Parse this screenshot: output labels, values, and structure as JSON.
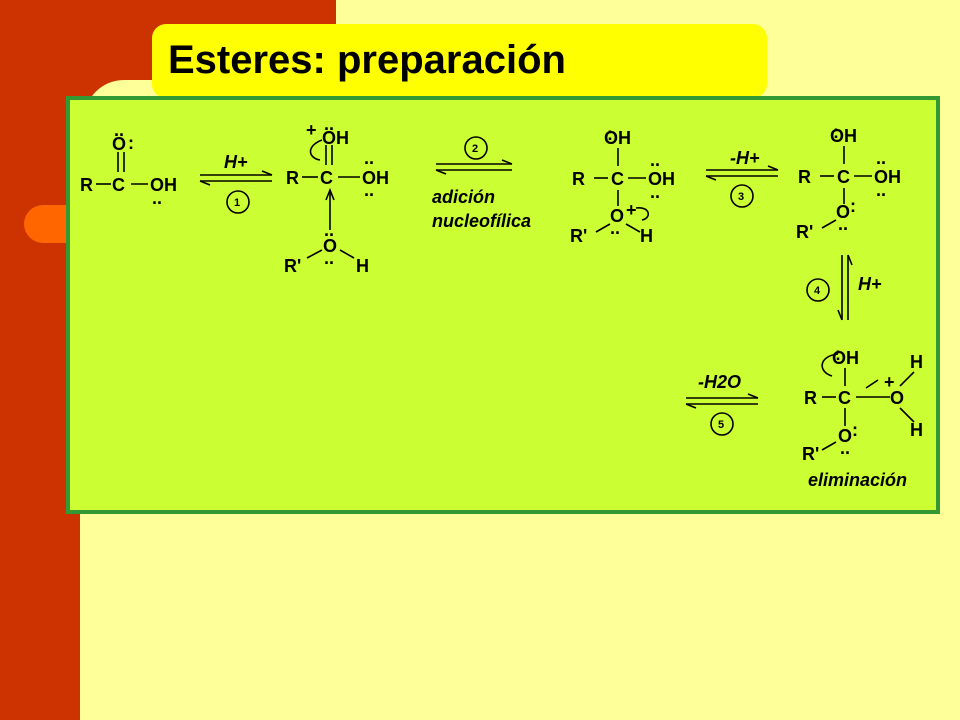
{
  "title": "Esteres: preparación",
  "reaction": {
    "steps": [
      {
        "number": "1",
        "reagent": "H+"
      },
      {
        "number": "2",
        "label_line1": "adición",
        "label_line2": "nucleofílica"
      },
      {
        "number": "3",
        "reagent": "-H+"
      },
      {
        "number": "4",
        "reagent": "H+"
      },
      {
        "number": "5",
        "reagent": "-H2O"
      }
    ],
    "final_label": "eliminación",
    "atoms": {
      "R": "R",
      "C": "C",
      "O": "O",
      "OH": "OH",
      "H": "H",
      "Rp": "R'",
      "plus": "+",
      "lone": "..",
      "colon": ":"
    }
  },
  "colors": {
    "background": "#ffff99",
    "sidebar": "#cc3300",
    "accent": "#ff6600",
    "title_box": "#ffff00",
    "panel": "#ccff33",
    "panel_border": "#339933"
  }
}
